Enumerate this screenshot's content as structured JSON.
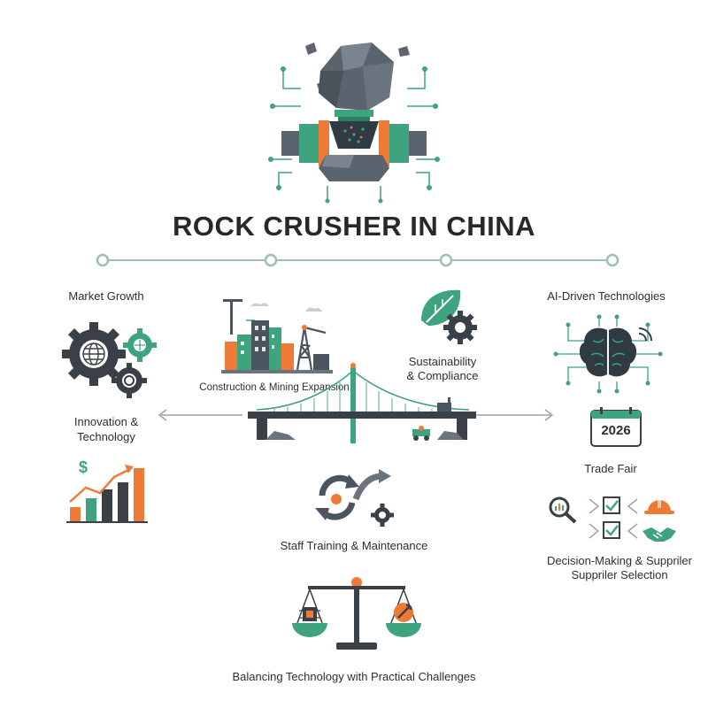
{
  "title": "ROCK CRUSHER IN CHINA",
  "labels": {
    "market_growth": "Market Growth",
    "construction_mining": "Construction & Mining Expansion",
    "sustainability_line1": "Sustainability",
    "sustainability_line2": "& Compliance",
    "ai_driven": "AI-Driven Technologies",
    "innovation_line1": "Innovation &",
    "innovation_line2": "Technology",
    "trade_fair": "Trade Fair",
    "trade_fair_year": "2026",
    "staff_training": "Staff Training & Maintenance",
    "decision_line1": "Decision-Making & Suppriler",
    "decision_line2": "Suppriler Selection",
    "balancing": "Balancing Technology with Practical Challenges"
  },
  "colors": {
    "teal": "#3fa37e",
    "orange": "#ef7a35",
    "slate": "#4b5560",
    "dark": "#34393f",
    "line": "#9ebfb3"
  },
  "icons": [
    "rock-crusher-icon",
    "gear-globe-icon",
    "growth-bar-chart-icon",
    "city-mining-icon",
    "bridge-icon",
    "leaf-gear-icon",
    "ai-brain-icon",
    "calendar-icon",
    "process-cycle-icon",
    "checklist-icon",
    "magnifier-icon",
    "hardhat-icon",
    "handshake-icon",
    "balance-scale-icon"
  ]
}
